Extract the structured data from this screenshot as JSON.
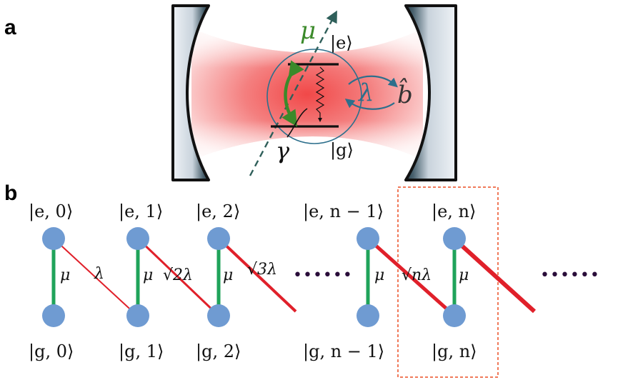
{
  "panels": {
    "a": "a",
    "b": "b"
  },
  "panel_a": {
    "dipole_symbol": "μ",
    "excited_state": "|e⟩",
    "ground_state": "|g⟩",
    "coupling_symbol": "λ",
    "mode_operator": "b̂",
    "decay_symbol": "γ"
  },
  "panel_b": {
    "rungs": [
      {
        "top": "|e, 0⟩",
        "bottom": "|g, 0⟩",
        "mu": "μ",
        "coupling": "λ"
      },
      {
        "top": "|e, 1⟩",
        "bottom": "|g, 1⟩",
        "mu": "μ",
        "coupling": "√2λ"
      },
      {
        "top": "|e, 2⟩",
        "bottom": "|g, 2⟩",
        "mu": "μ",
        "coupling": "√3λ"
      },
      {
        "top": "|e, n − 1⟩",
        "bottom": "|g, n − 1⟩",
        "mu": "μ",
        "coupling": "√nλ"
      },
      {
        "top": "|e, n⟩",
        "bottom": "|g, n⟩",
        "mu": "μ",
        "coupling": ""
      }
    ],
    "ellipsis": "••••••"
  },
  "colors": {
    "mirror": "#d6dde4",
    "mirror_edge": "#111111",
    "beam": "#f26b6b",
    "node": "#6f9bd2",
    "mu_line": "#1fa35a",
    "lambda_line": "#e0202a",
    "dipole_arrow": "#2f5f5a",
    "mu_text": "#3b8a2a",
    "atom_circle": "#2d6f8c",
    "dashed_box": "#f07a5a",
    "dots": "#2a0d3a"
  }
}
